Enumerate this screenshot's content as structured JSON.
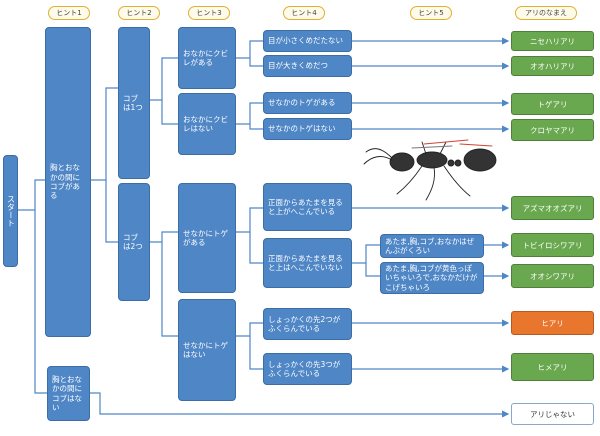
{
  "colors": {
    "node": "#4f86c6",
    "line": "#4f86c6",
    "result_green": "#6aa84f",
    "result_orange": "#e8762d"
  },
  "header": {
    "hint1": "ヒント1",
    "hint2": "ヒント2",
    "hint3": "ヒント3",
    "hint4": "ヒント4",
    "hint5": "ヒント5",
    "answer": "アリのなまえ"
  },
  "start": "スタート",
  "hint1": {
    "has_bump": "胸とおなかの間にコブがある",
    "no_bump": "胸とおなかの間にコブはない"
  },
  "hint2": {
    "one_bump": "コブは1つ",
    "two_bumps": "コブは2つ"
  },
  "hint3": {
    "waist": "おなかにクビレがある",
    "no_waist": "おなかにクビレはない",
    "spines": "せなかにトゲがある",
    "no_spines": "せなかにトゲはない"
  },
  "hint4": {
    "small_eyes": "目が小さくめだたない",
    "big_eyes": "目が大きくめだつ",
    "back_spines": "せなかのトゲがある",
    "back_no_spines": "せなかのトゲはない",
    "head_dented": "正面からあたまを見ると上がへこんでいる",
    "head_not_dented": "正面からあたまを見ると上はへこんでいない",
    "antenna_2": "しょっかくの先2つがふくらんでいる",
    "antenna_3": "しょっかくの先3つがふくらんでいる"
  },
  "hint5": {
    "all_black": "あたま,胸,コブ,おなかはぜんぶがくろい",
    "yellowish": "あたま,胸,コブが黄色っぽいちゃいろで,おなかだけがこげちゃいろ"
  },
  "results": {
    "nise": "ニセハリアリ",
    "oo": "オオハリアリ",
    "toge": "トゲアリ",
    "kuroya": "クロヤマアリ",
    "azuma": "アズマオオズアリ",
    "tobiiro": "トビイロシワアリ",
    "ooshiwa": "オオシワアリ",
    "hiari": "ヒアリ",
    "hime": "ヒメアリ",
    "not_ant": "アリじゃない"
  }
}
